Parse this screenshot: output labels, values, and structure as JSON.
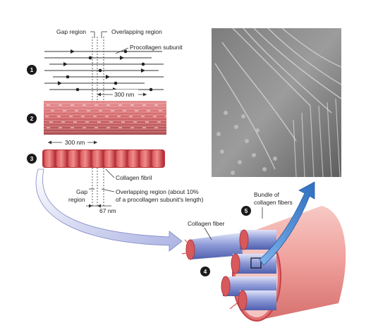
{
  "labels": {
    "gap_region_top": "Gap region",
    "overlapping_region_top": "Overlapping region",
    "procollagen_subunit": "Procollagen subunit",
    "dist_300_a": "300 nm",
    "dist_300_b": "300 nm",
    "collagen_fibril": "Collagen fibril",
    "gap_line1": "Gap",
    "gap_line2": "region",
    "overlap_line1": "Overlapping region (about 10%",
    "overlap_line2": "of a procollagen subunit's length)",
    "dist_67": "67 nm",
    "bundle_line1": "Bundle of",
    "bundle_line2": "collagen fibers",
    "collagen_fiber": "Collagen fiber"
  },
  "steps": [
    "1",
    "2",
    "3",
    "4",
    "5"
  ],
  "colors": {
    "fibril_red": "#c9484c",
    "fibril_light": "#e8a3a0",
    "fiber_blue": "#7f8fd0",
    "arrow_blue": "#3f82cf",
    "arrow_lavender": "#b6bde8",
    "bundle_pink": "#eaa3a0",
    "step_circle": "#1a1a1a"
  }
}
